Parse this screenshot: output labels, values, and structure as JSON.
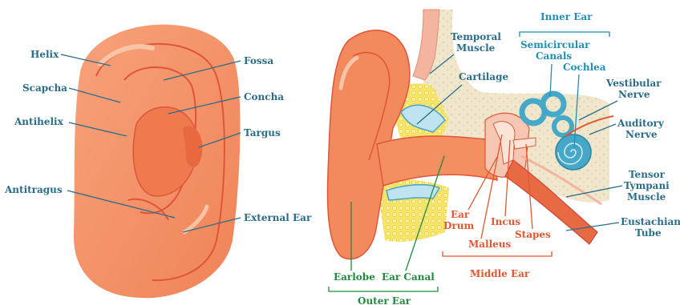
{
  "colors": {
    "skin": "#f48f62",
    "skin_dark": "#e0553a",
    "skin_light": "#f8ae86",
    "cartilage": "#f5efdc",
    "fat": "#f7e46a",
    "inner_ear": "#45a8c9",
    "label_blue": "#2a6d8a",
    "label_orange": "#e4572e",
    "label_green": "#1e8a3c",
    "label_teal": "#1f8fb6"
  },
  "outer_diagram": {
    "labels": {
      "helix": "Helix",
      "scapcha": "Scapcha",
      "antihelix": "Antihelix",
      "antitragus": "Antitragus",
      "fossa": "Fossa",
      "concha": "Concha",
      "targus": "Targus",
      "external_ear": "External Ear"
    }
  },
  "section_diagram": {
    "labels": {
      "temporal_muscle_1": "Temporal",
      "temporal_muscle_2": "Muscle",
      "cartilage": "Cartilage",
      "inner_ear": "Inner Ear",
      "semicircular_1": "Semicircular",
      "semicircular_2": "Canals",
      "cochlea": "Cochlea",
      "vestibular_1": "Vestibular",
      "vestibular_2": "Nerve",
      "auditory_1": "Auditory",
      "auditory_2": "Nerve",
      "tensor_1": "Tensor",
      "tensor_2": "Tympani",
      "tensor_3": "Muscle",
      "eustachian_1": "Eustachian",
      "eustachian_2": "Tube",
      "ear_drum_1": "Ear",
      "ear_drum_2": "Drum",
      "incus": "Incus",
      "stapes": "Stapes",
      "malleus": "Malleus",
      "middle_ear": "Middle Ear",
      "earlobe": "Earlobe",
      "ear_canal": "Ear Canal",
      "outer_ear": "Outer Ear"
    }
  }
}
